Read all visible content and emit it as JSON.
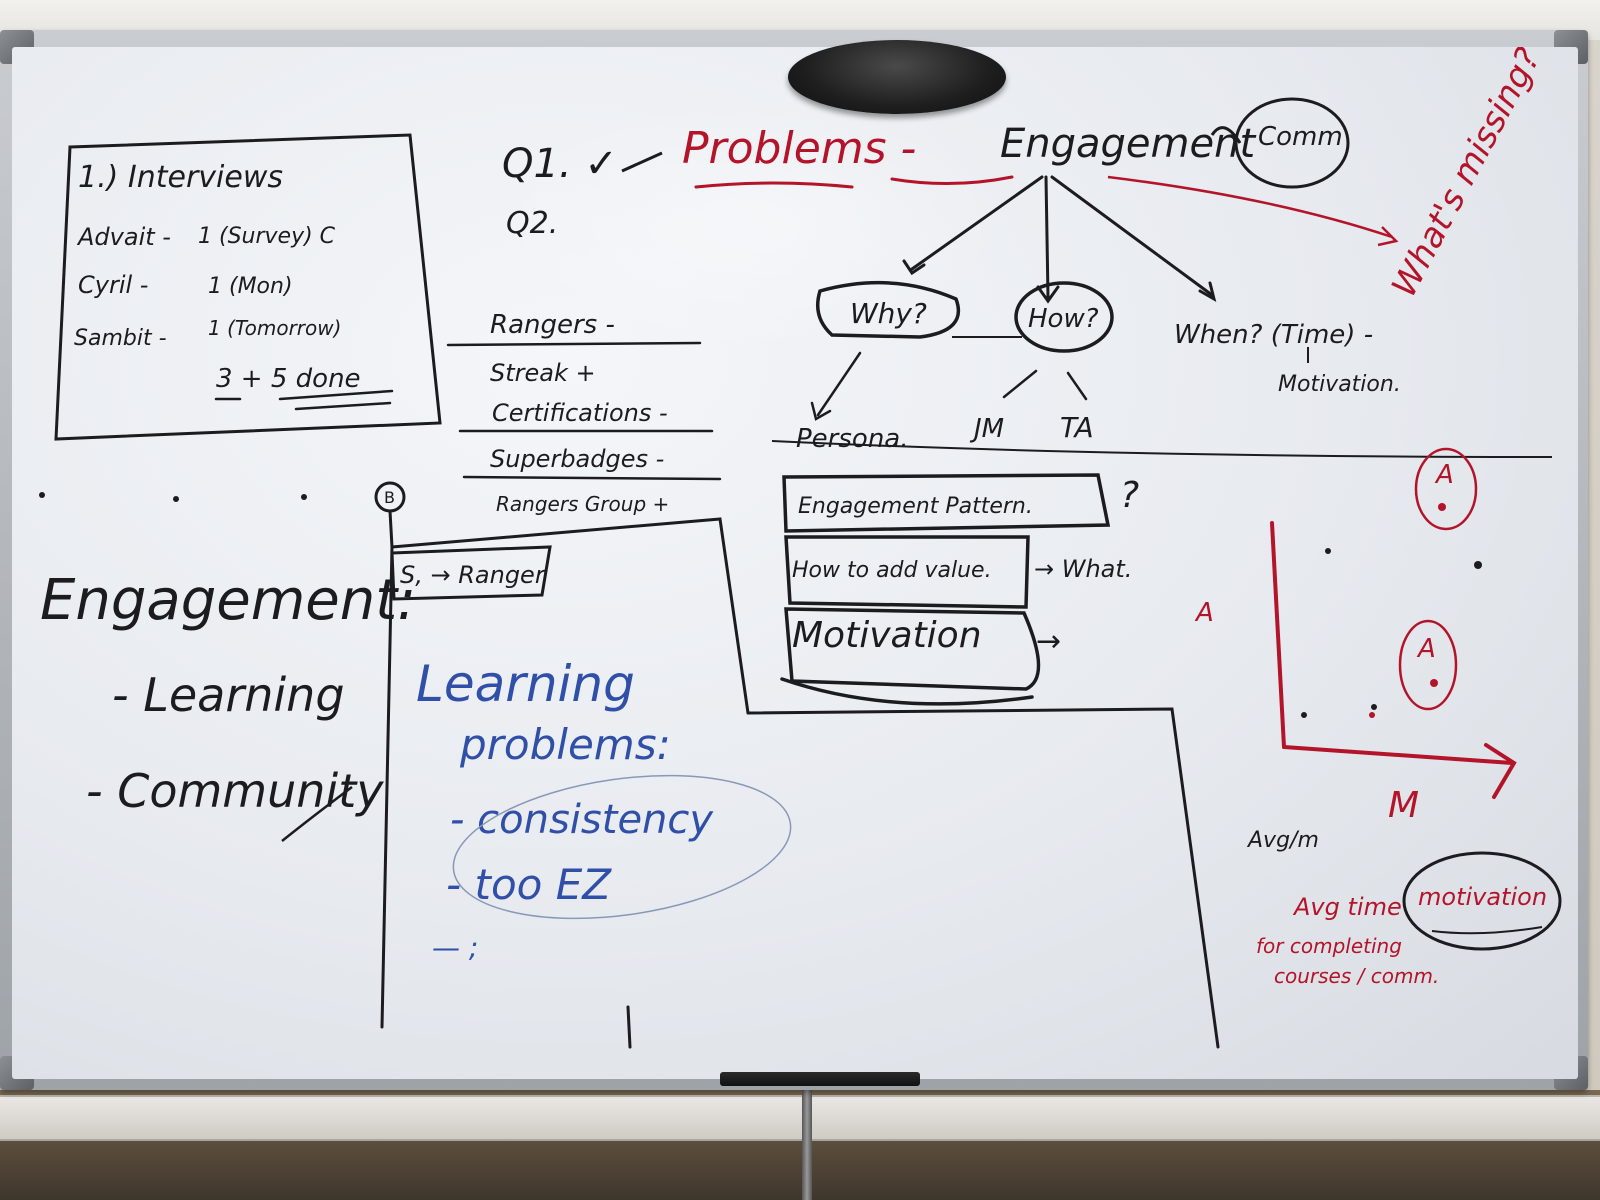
{
  "colors": {
    "black_marker": "#1c1c20",
    "red_marker": "#b4142a",
    "blue_marker": "#2f4fa8"
  },
  "interviews": {
    "title": "1.) Interviews",
    "rows": [
      {
        "name": "Advait -",
        "value": "1 (Survey) C"
      },
      {
        "name": "Cyril -",
        "value": "1 (Mon)"
      },
      {
        "name": "Sambit -",
        "value": "1 (Tomorrow)"
      }
    ],
    "total": "3 + 5 done"
  },
  "questions": {
    "q1": "Q1. ✓",
    "q2": "Q2."
  },
  "problems_label": "Problems -",
  "engagement_header": "Engagement",
  "comm_circle": "Comm",
  "whats_missing": "What's missing?",
  "tree": {
    "why": "Why?",
    "how": "How?",
    "when": "When? (Time) -",
    "motivation_sub": "Motivation.",
    "persona": "Persona.",
    "jm": "JM",
    "ta": "TA"
  },
  "rangers_list": [
    "Rangers -",
    "Streak +",
    "Certifications -",
    "Superbadges -",
    "Rangers Group +"
  ],
  "boxes": {
    "pattern": "Engagement Pattern.",
    "question_mark": "?",
    "add_value": "How to add value.",
    "arrow_what": "→ What.",
    "motivation": "Motivation",
    "arrow_blank": "→"
  },
  "left_list": {
    "title": "Engagement:",
    "items": [
      "- Learning",
      "- Community"
    ]
  },
  "ranger_box": {
    "tag": "S, → Ranger",
    "circle_letter": "B"
  },
  "blue_notes": {
    "line1": "Learning",
    "line2": "problems:",
    "line3": "- consistency",
    "line4": "- too EZ",
    "line5": "— ;"
  },
  "plot": {
    "a_marks": [
      "A",
      "A",
      "A"
    ],
    "x_label": "M",
    "y_label_note": "Avg/m",
    "note_line1": "Avg time",
    "note_line2": "for completing",
    "note_line3": "courses / comm.",
    "motivation_circle": "motivation"
  }
}
